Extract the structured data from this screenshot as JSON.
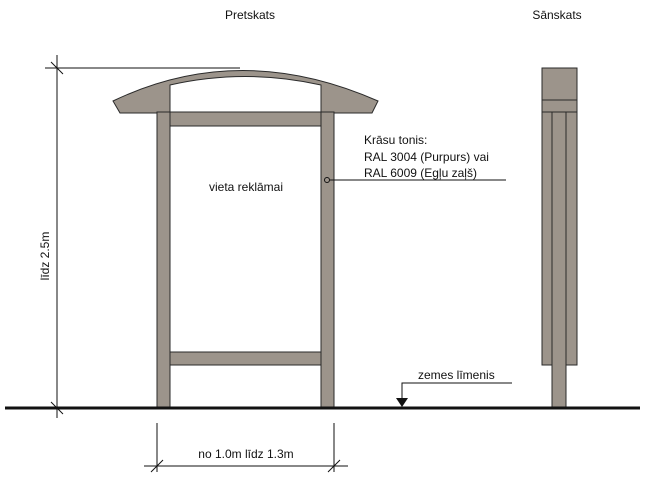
{
  "titles": {
    "front": "Pretskats",
    "side": "Sānskats"
  },
  "labels": {
    "ad_space": "vieta reklāmai",
    "color_heading": "Krāsu tonis:",
    "color_option_1": "RAL 3004 (Purpurs) vai",
    "color_option_2": "RAL 6009 (Egļu zaļš)",
    "ground_level": "zemes līmenis",
    "height_dimension": "līdz 2.5m",
    "width_dimension": "no 1.0m līdz 1.3m"
  },
  "colors": {
    "wood": "#9c948b",
    "line": "#111111"
  }
}
